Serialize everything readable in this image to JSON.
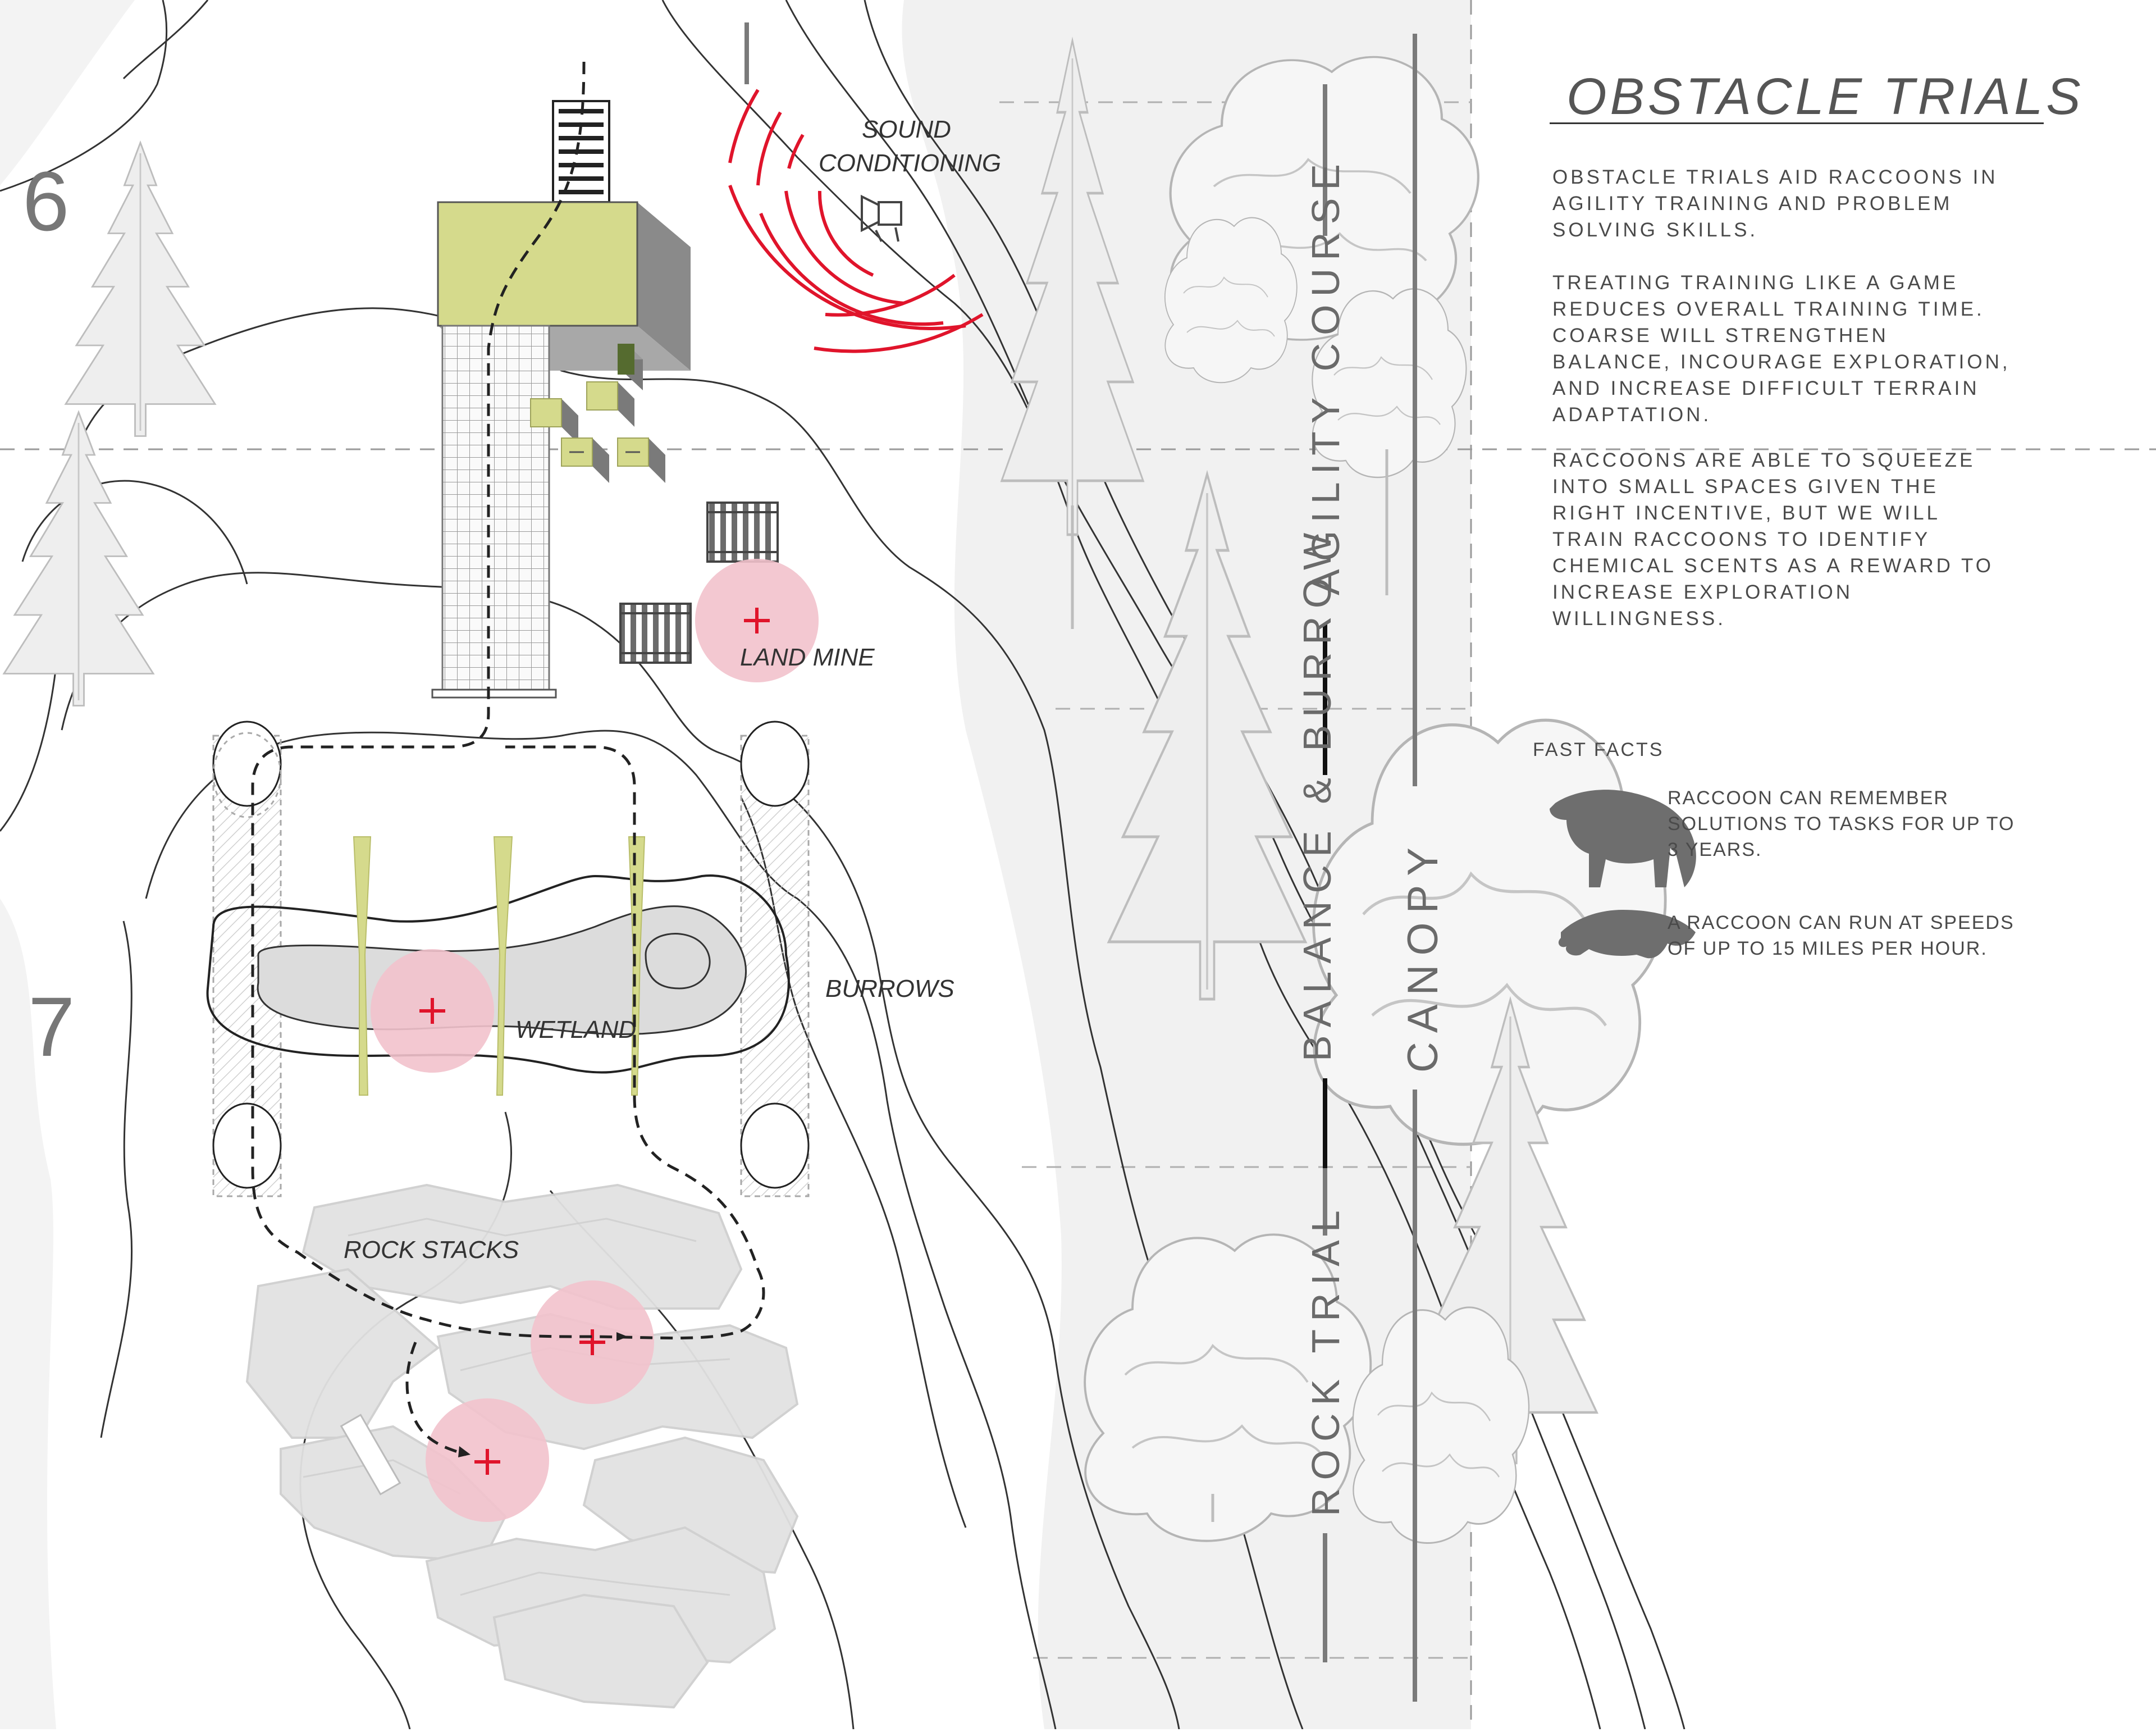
{
  "title": "OBSTACLE TRIALS",
  "paragraphs": [
    "OBSTACLE TRIALS AID RACCOONS IN AGILITY TRAINING AND PROBLEM SOLVING SKILLS.",
    "TREATING TRAINING LIKE A GAME REDUCES OVERALL TRAINING TIME. COARSE WILL STRENGTHEN BALANCE, INCOURAGE EXPLORATION, AND INCREASE DIFFICULT TERRAIN ADAPTATION.",
    "RACCOONS ARE ABLE TO SQUEEZE INTO SMALL SPACES GIVEN THE RIGHT INCENTIVE, BUT WE WILL TRAIN RACCOONS TO IDENTIFY CHEMICAL SCENTS AS A REWARD TO INCREASE EXPLORATION WILLINGNESS."
  ],
  "fast_facts": {
    "heading": "FAST FACTS",
    "items": [
      {
        "icon": "raccoon-standing-icon",
        "text": "RACCOON CAN REMEMBER SOLUTIONS TO TASKS FOR UP TO 3 YEARS."
      },
      {
        "icon": "raccoon-running-icon",
        "text": "A RACCOON CAN RUN AT SPEEDS OF UP TO 15 MILES PER HOUR."
      }
    ]
  },
  "grid_numbers": {
    "row_6": "6",
    "row_7": "7"
  },
  "labels": {
    "sound": [
      "SOUND",
      "CONDITIONING"
    ],
    "land_mine": "LAND MINE",
    "wetland": "WETLAND",
    "burrows": "BURROWS",
    "rock_stacks": "ROCK STACKS"
  },
  "section_labels": {
    "agility": "AGILITY COURSE",
    "balance": "BALANCE & BURROW",
    "rock_trial": "ROCK TRIAL",
    "canopy": "CANOPY"
  },
  "colors": {
    "accent_red": "#e0142b",
    "target_pink": "#f2c2cc",
    "lime": "#d5da8c",
    "lime_dark": "#b9be6a",
    "grey_fill": "#d9d9d9",
    "terrain": "#f0f0f0"
  }
}
